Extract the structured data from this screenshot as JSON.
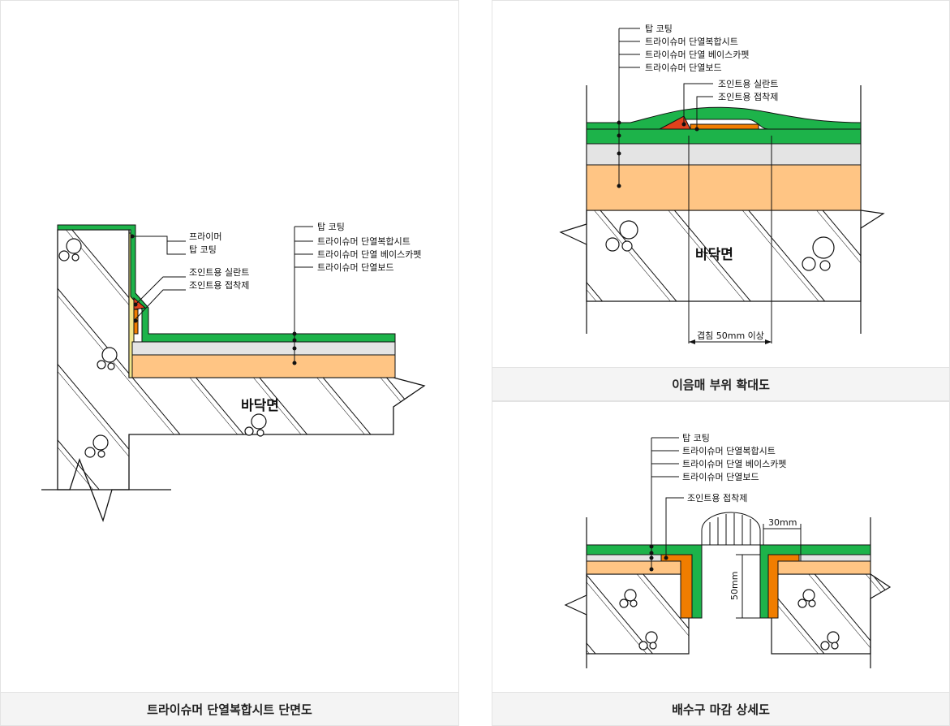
{
  "panel_main": {
    "caption": "트라이슈머 단열복합시트 단면도",
    "labels_left": [
      "프라이머",
      "탑 코팅"
    ],
    "labels_joint": [
      "조인트용 실란트",
      "조인트용 접착제"
    ],
    "labels_layers": [
      "탑 코팅",
      "트라이슈머 단열복합시트",
      "트라이슈머 단열 베이스카펫",
      "트라이슈머 단열보드"
    ],
    "floor_label": "바닥면"
  },
  "panel_joint": {
    "caption": "이음매 부위 확대도",
    "labels_layers": [
      "탑 코팅",
      "트라이슈머 단열복합시트",
      "트라이슈머 단열 베이스카펫",
      "트라이슈머 단열보드"
    ],
    "labels_joint": [
      "조인트용 실란트",
      "조인트용 접착제"
    ],
    "floor_label": "바닥면",
    "overlap_label": "겹침 50mm 이상"
  },
  "panel_drain": {
    "caption": "배수구 마감 상세도",
    "labels_layers": [
      "탑 코팅",
      "트라이슈머 단열복합시트",
      "트라이슈머 단열 베이스카펫",
      "트라이슈머 단열보드"
    ],
    "label_adhesive": "조인트용 접착제",
    "dim_width": "30mm",
    "dim_height": "50mm"
  },
  "colors": {
    "green": "#1db34a",
    "green_light": "#6dd46d",
    "orange_board": "#ffc584",
    "orange_adhesive": "#f07d00",
    "sealant": "#e0411c",
    "primer": "#f2e68c",
    "base_carpet": "#e4e4e4"
  }
}
